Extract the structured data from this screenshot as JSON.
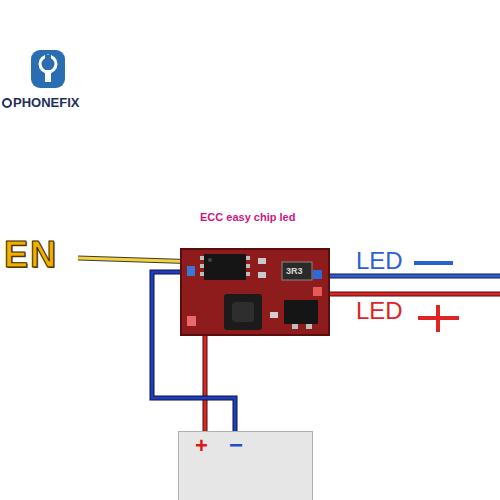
{
  "diagram": {
    "title": "ECC easy chip led",
    "nodes": [
      {
        "text": [
          "3R3"
        ]
      },
      {
        "text": [
          "+",
          "−"
        ]
      }
    ],
    "edges": [
      {
        "from": 1,
        "to": 0,
        "arrow": "none"
      },
      {
        "from": 1,
        "to": 0,
        "arrow": "none"
      }
    ],
    "labels": [
      "PHONEFIX",
      "EN",
      "LED",
      "LED"
    ]
  }
}
